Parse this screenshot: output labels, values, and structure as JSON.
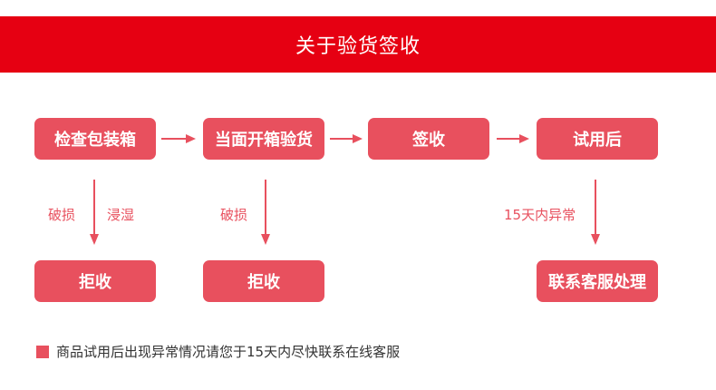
{
  "header": {
    "title": "关于验货签收"
  },
  "flow": {
    "step1": "检查包装箱",
    "step2": "当面开箱验货",
    "step3": "签收",
    "step4": "试用后",
    "outcome1": "拒收",
    "outcome2": "拒收",
    "outcome4": "联系客服处理",
    "label1a": "破损",
    "label1b": "浸湿",
    "label2": "破损",
    "label4": "15天内异常"
  },
  "footer": {
    "note": "商品试用后出现异常情况请您于15天内尽快联系在线客服"
  },
  "colors": {
    "banner": "#e60012",
    "box": "#e8505e",
    "text": "#333333"
  }
}
